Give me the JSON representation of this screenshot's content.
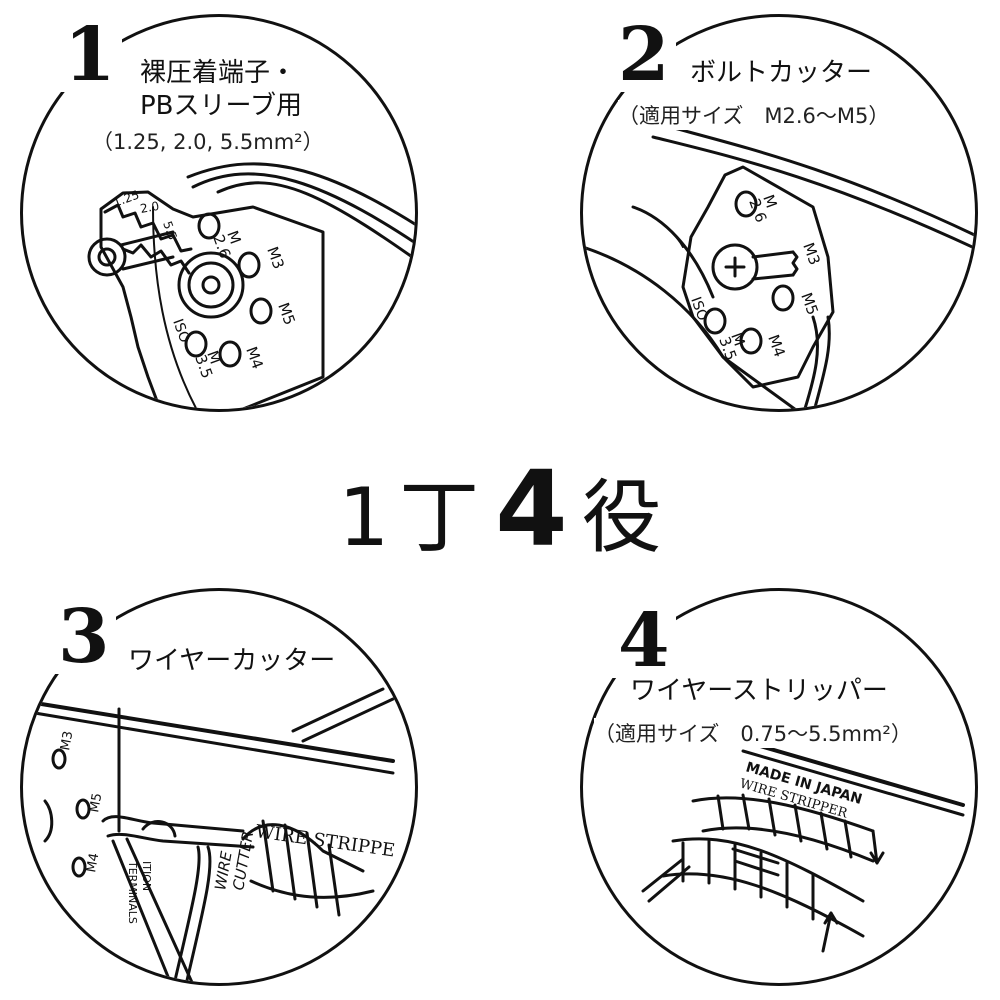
{
  "headline": {
    "part1": "1",
    "part2": "丁",
    "part3": "4",
    "part4": "役"
  },
  "panels": [
    {
      "number": "1",
      "label_line1": "裸圧着端子・",
      "label_line2": "PBスリーブ用",
      "note": "（1.25, 2.0, 5.5mm²）",
      "markings": {
        "die1": "1.25",
        "die2": "2.0",
        "die3": "5.5",
        "m26a": "M",
        "m26b": "2.6",
        "m3": "M3",
        "m5": "M5",
        "m4": "M4",
        "iso": "ISO",
        "m35a": "M",
        "m35b": "3.5"
      }
    },
    {
      "number": "2",
      "label_line1": "ボルトカッター",
      "note": "（適用サイズ　M2.6〜M5）",
      "markings": {
        "m26a": "M",
        "m26b": "2.6",
        "m3": "M3",
        "m5": "M5",
        "m4": "M4",
        "iso": "ISO",
        "m35a": "M",
        "m35b": "3.5"
      }
    },
    {
      "number": "3",
      "label_line1": "ワイヤーカッター",
      "markings": {
        "m3": "M3",
        "m5": "M5",
        "m4": "M4",
        "engrave": "WIRE STRIPPE",
        "terminals1": "ITION",
        "terminals2": "TERMINALS",
        "cutter1": "WIRE",
        "cutter2": "CUTTER"
      }
    },
    {
      "number": "4",
      "label_line1": "ワイヤーストリッパー",
      "note": "（適用サイズ　0.75〜5.5mm²）",
      "markings": {
        "made": "MADE IN JAPAN",
        "stripper": "WIRE STRIPPER"
      }
    }
  ]
}
